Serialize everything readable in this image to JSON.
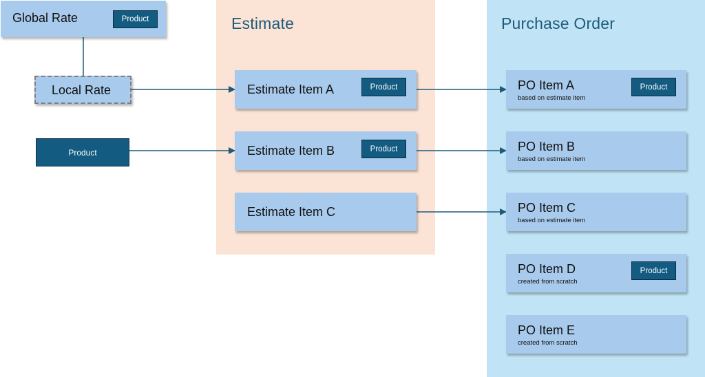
{
  "product_label": "Product",
  "global_rate": {
    "label": "Global Rate"
  },
  "local_rate": {
    "label": "Local Rate"
  },
  "standalone_product": {
    "label": "Product"
  },
  "estimate": {
    "title": "Estimate",
    "items": [
      {
        "label": "Estimate Item A",
        "has_product": true
      },
      {
        "label": "Estimate Item B",
        "has_product": true
      },
      {
        "label": "Estimate Item C",
        "has_product": false
      }
    ]
  },
  "purchase_order": {
    "title": "Purchase Order",
    "items": [
      {
        "label": "PO Item A",
        "note": "based on estimate item",
        "has_product": true
      },
      {
        "label": "PO Item B",
        "note": "based on estimate item",
        "has_product": false
      },
      {
        "label": "PO Item C",
        "note": "based on estimate item",
        "has_product": false
      },
      {
        "label": "PO Item D",
        "note": "created from scratch",
        "has_product": true
      },
      {
        "label": "PO Item E",
        "note": "created from scratch",
        "has_product": false
      }
    ]
  },
  "colors": {
    "estimate_panel": "#fbe3d6",
    "po_panel": "#c0e4f5",
    "item_box": "#a8caec",
    "product_chip": "#135b81",
    "connector": "#1f5a7a"
  }
}
